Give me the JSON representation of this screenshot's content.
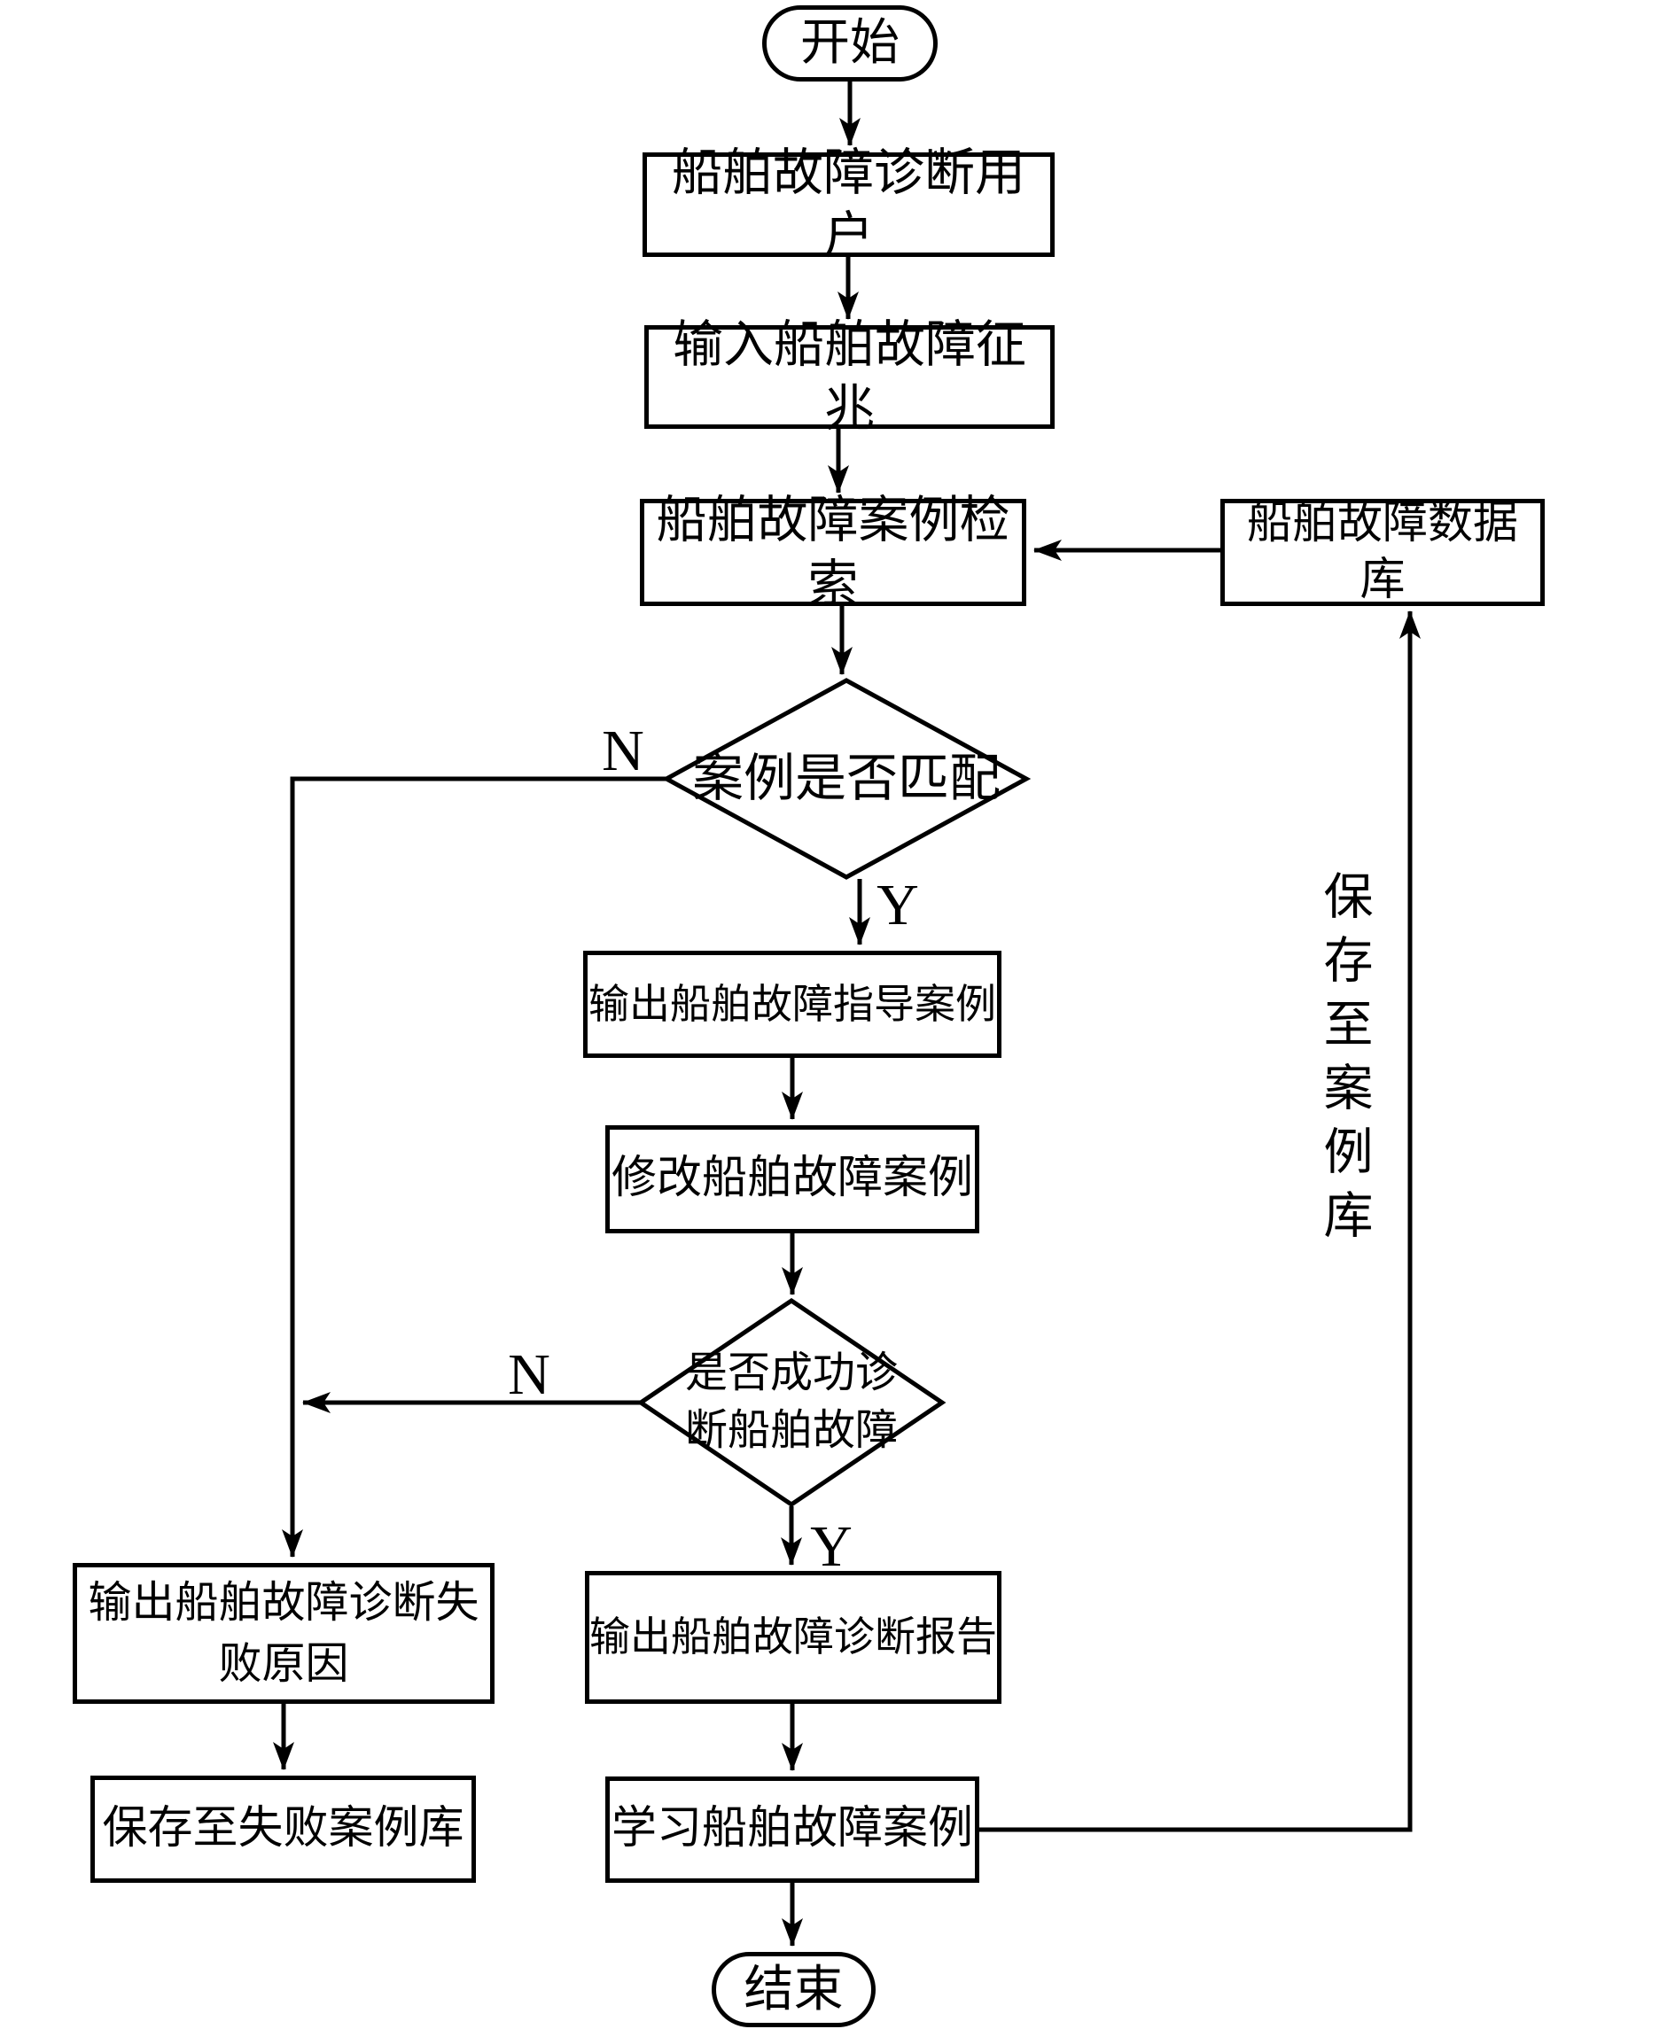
{
  "diagram": {
    "type": "flowchart",
    "language": "zh-CN",
    "colors": {
      "line": "#000000",
      "background": "#ffffff",
      "text": "#000000"
    },
    "nodes": {
      "start": "开始",
      "user": "船舶故障诊断用户",
      "input_symptom": "输入船舶故障征兆",
      "case_retrieval": "船舶故障案例检索",
      "fault_database": "船舶故障数据库",
      "match_decision": "案例是否匹配",
      "output_guidance": "输出船舶故障指导案例",
      "modify_case": "修改船舶故障案例",
      "diagnose_decision": {
        "line1": "是否成功诊",
        "line2": "断船舶故障"
      },
      "output_report": "输出船舶故障诊断报告",
      "learn_case": "学习船舶故障案例",
      "fail_reason": {
        "line1": "输出船舶故障诊断失",
        "line2": "败原因"
      },
      "save_fail_library": "保存至失败案例库",
      "end": "结束"
    },
    "edge_labels": {
      "yes": "Y",
      "no": "N",
      "save_to_case_library": "保存至案例库"
    }
  }
}
